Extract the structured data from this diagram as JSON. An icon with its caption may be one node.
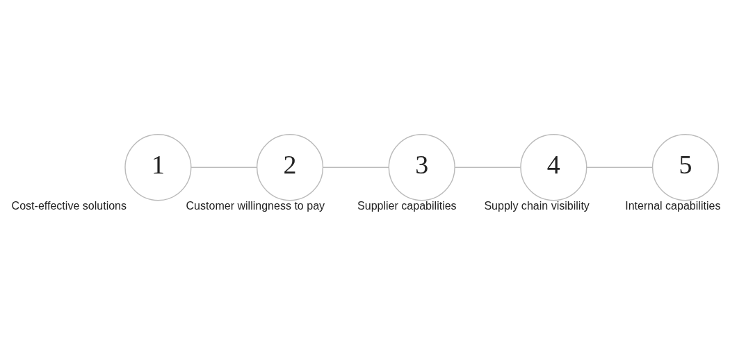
{
  "diagram": {
    "nodes": [
      {
        "text": [
          "1"
        ],
        "beside": [
          "Cost-effective solutions"
        ]
      },
      {
        "text": [
          "2"
        ],
        "beside": [
          "Customer willingness to pay"
        ]
      },
      {
        "text": [
          "3"
        ],
        "beside": [
          "Supplier capabilities"
        ]
      },
      {
        "text": [
          "4"
        ],
        "beside": [
          "Supply chain visibility"
        ]
      },
      {
        "text": [
          "5"
        ],
        "beside": [
          "Internal capabilities"
        ]
      }
    ],
    "edges": [
      {
        "from": 0,
        "to": 1,
        "arrow": "none"
      },
      {
        "from": 1,
        "to": 2,
        "arrow": "none"
      },
      {
        "from": 2,
        "to": 3,
        "arrow": "none"
      },
      {
        "from": 3,
        "to": 4,
        "arrow": "none"
      }
    ]
  }
}
